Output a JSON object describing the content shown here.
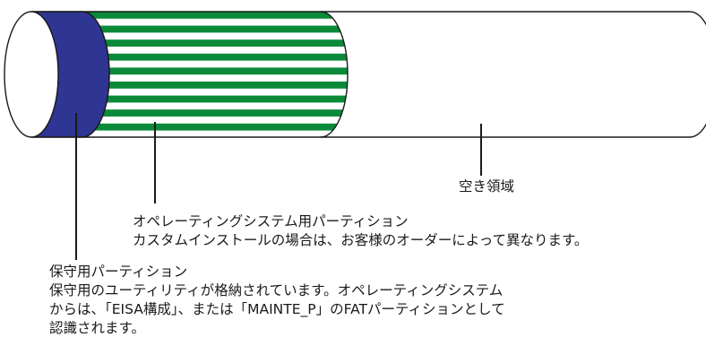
{
  "free_space": {
    "label": "空き領域"
  },
  "os_partition": {
    "title": "オペレーティングシステム用パーティション",
    "note": "カスタムインストールの場合は、お客様のオーダーによって異なります。"
  },
  "maintenance_partition": {
    "title": "保守用パーティション",
    "lines": [
      "保守用のユーティリティが格納されています。オペレーティングシステム",
      "からは、「EISA構成」、または「MAINTE_P」のFATパーティションとして",
      "認識されます。"
    ]
  },
  "colors": {
    "maintenance_fill": "#2e3592",
    "os_stripe": "#0b8a3a",
    "os_stripe_gap": "#ffffff",
    "outline": "#1a1a1a",
    "free_fill": "#ffffff"
  }
}
